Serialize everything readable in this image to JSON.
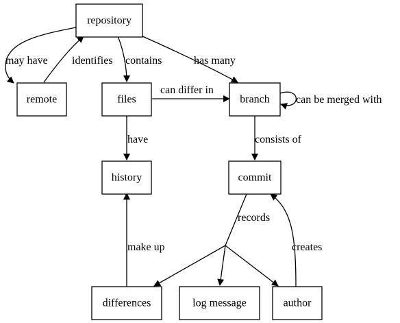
{
  "colors": {
    "stroke": "#000000",
    "background": "#ffffff",
    "text": "#000000"
  },
  "nodes": {
    "repository": "repository",
    "remote": "remote",
    "files": "files",
    "branch": "branch",
    "history": "history",
    "commit": "commit",
    "differences": "differences",
    "log_message": "log message",
    "author": "author"
  },
  "edges": {
    "may_have": "may have",
    "identifies": "identifies",
    "contains": "contains",
    "has_many": "has many",
    "can_differ_in": "can differ in",
    "can_be_merged_with": "can be merged with",
    "have": "have",
    "consists_of": "consists of",
    "records": "records",
    "make_up": "make up",
    "creates": "creates"
  }
}
